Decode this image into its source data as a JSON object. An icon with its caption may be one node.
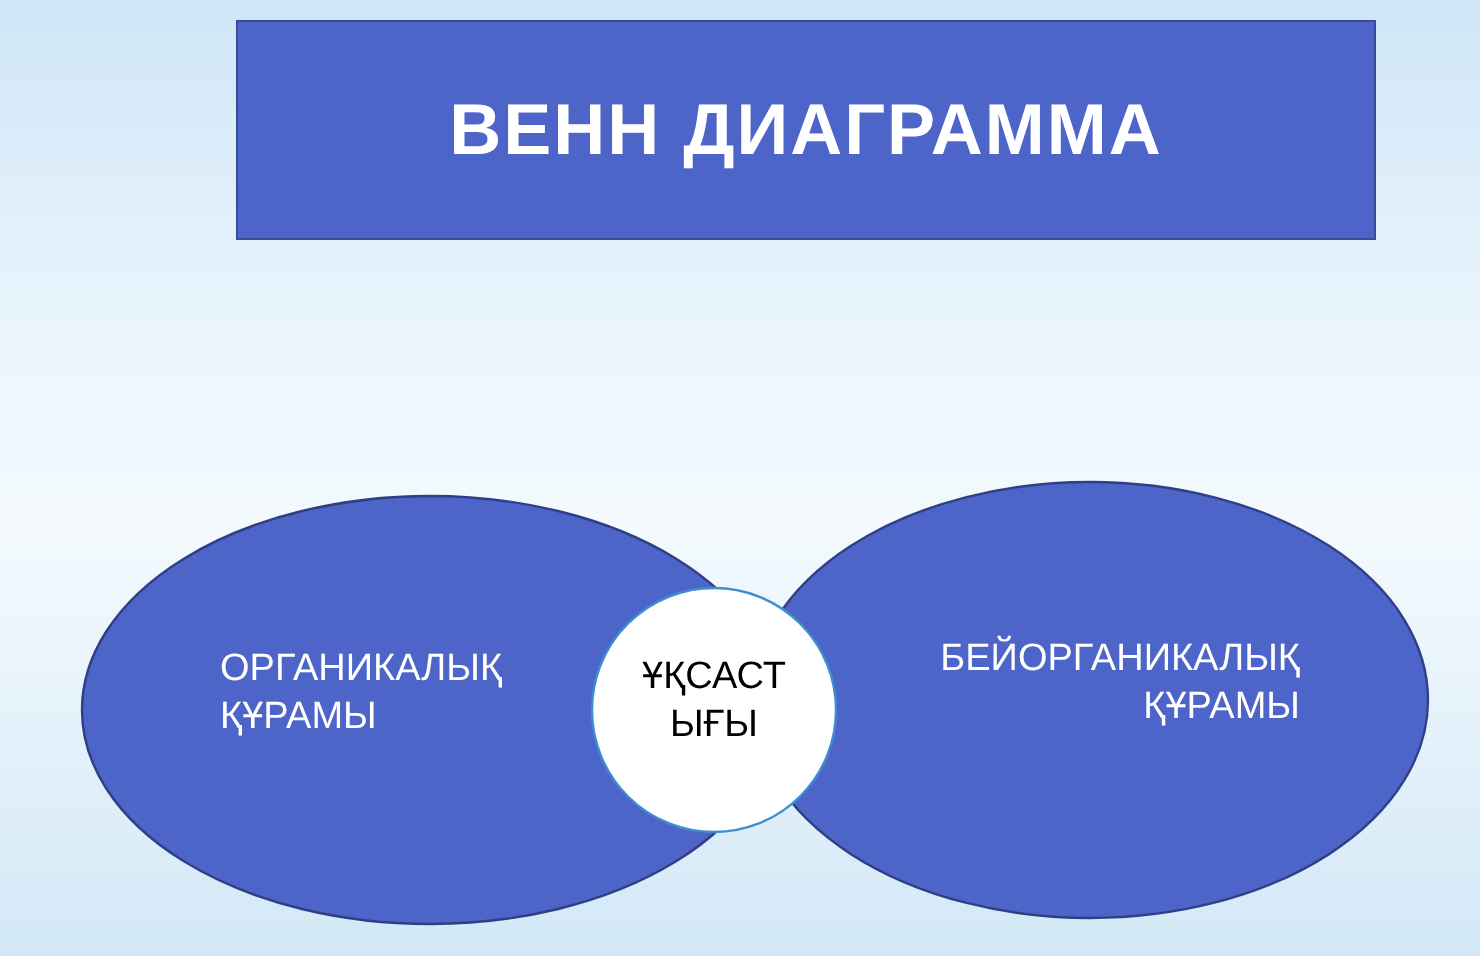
{
  "diagram": {
    "title": "ВЕНН ДИАГРАММА",
    "nodes": [
      {
        "text": [
          "ОРГАНИКАЛЫҚ ҚҰРАМЫ"
        ]
      },
      {
        "text": [
          "БЕЙОРГАНИКАЛЫҚ ҚҰРАМЫ"
        ]
      },
      {
        "text": [
          "ҰҚСАСТЫҒЫ"
        ]
      }
    ],
    "edges": []
  }
}
